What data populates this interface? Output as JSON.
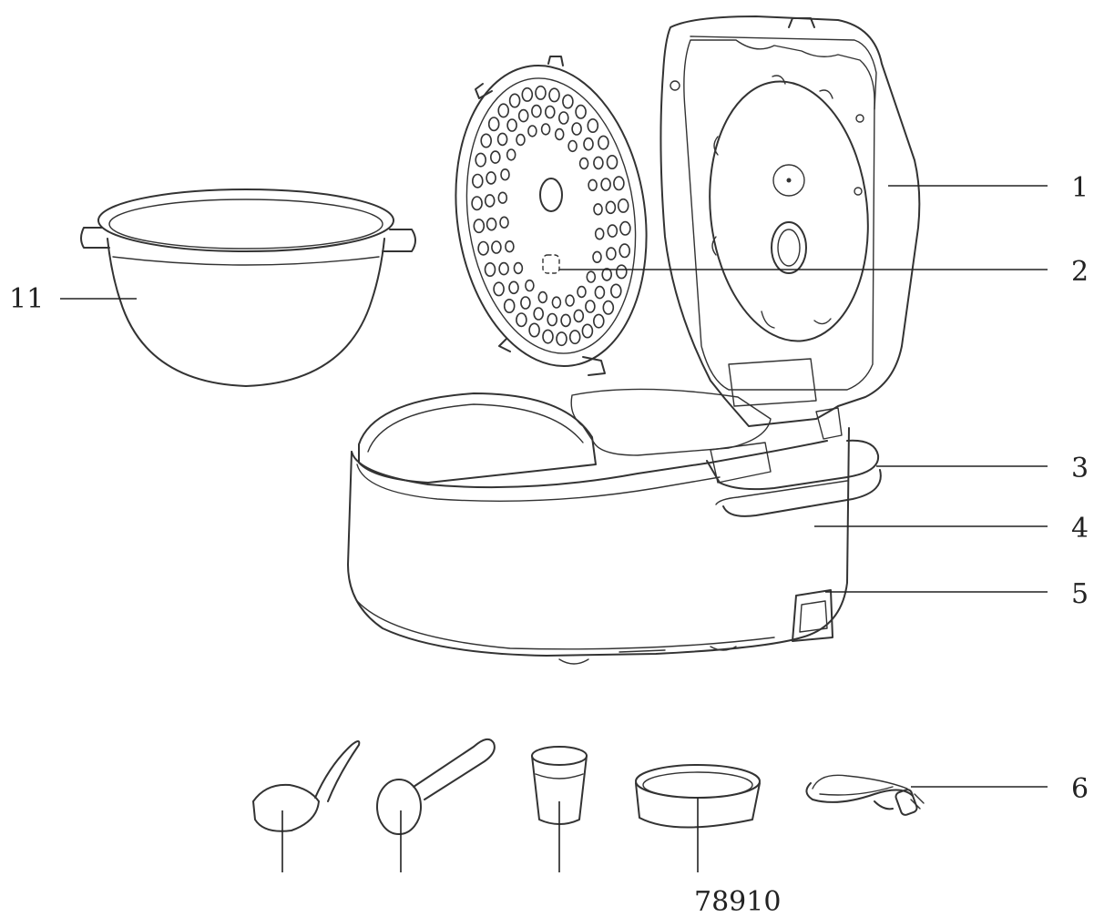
{
  "callouts": {
    "c1": "1",
    "c2": "2",
    "c3": "3",
    "c4": "4",
    "c5": "5",
    "c6": "6",
    "c11": "11",
    "c78910": "78910"
  },
  "colors": {
    "line": "#333333",
    "background": "#ffffff"
  }
}
